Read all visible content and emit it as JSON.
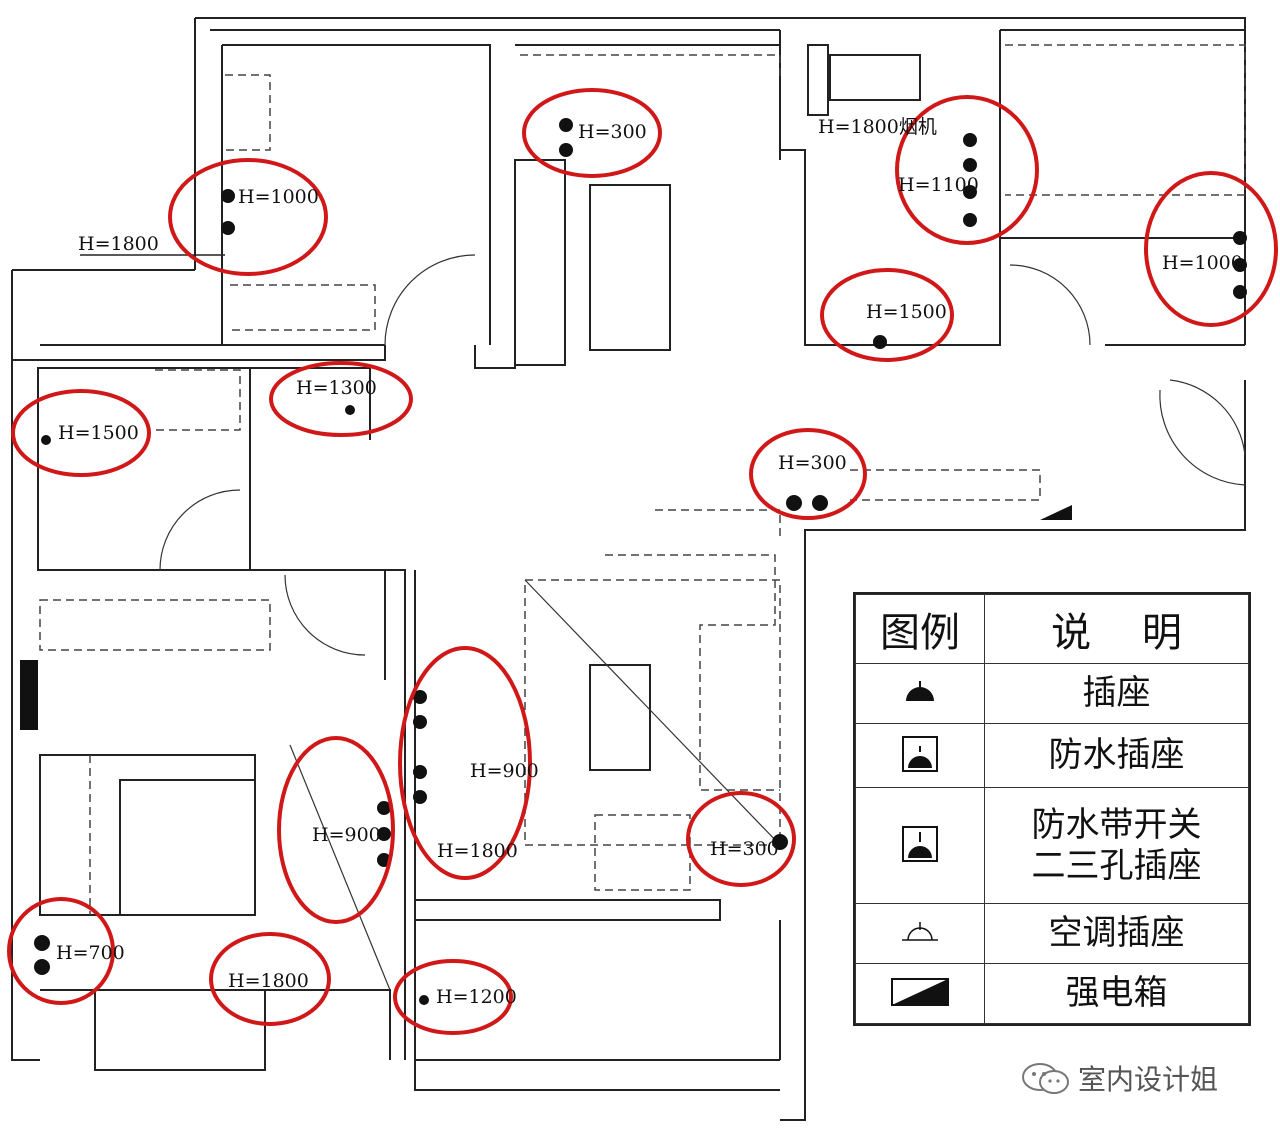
{
  "heights": {
    "bed1_socket": "H=1000",
    "bed1_ac": "H=1800",
    "dining_socket": "H=300",
    "kitchen_hood": "H=1800烟机",
    "kitchen_counter": "H=1100",
    "kitchen_lower": "H=1500",
    "bed2_socket": "H=1000",
    "bath_socket": "H=1500",
    "bath_sink": "H=1300",
    "hall_socket": "H=300",
    "living_wall": "H=900",
    "living_ac": "H=1800",
    "living_side": "H=300",
    "master_tv": "H=900",
    "master_bed": "H=700",
    "master_ac": "H=1800",
    "balcony": "H=1200"
  },
  "legend": {
    "header_symbol": "图例",
    "header_desc": "说    明",
    "rows": [
      {
        "icon": "socket-icon",
        "label": "插座"
      },
      {
        "icon": "waterproof-socket-icon",
        "label": "防水插座"
      },
      {
        "icon": "waterproof-switch-socket-icon",
        "label_line1": "防水带开关",
        "label_line2": "二三孔插座"
      },
      {
        "icon": "ac-socket-icon",
        "label": "空调插座"
      },
      {
        "icon": "distribution-box-icon",
        "label": "强电箱"
      }
    ]
  },
  "watermark": "室内设计姐",
  "colors": {
    "highlight": "#d01818",
    "line": "#222222",
    "dash": "#444444"
  }
}
